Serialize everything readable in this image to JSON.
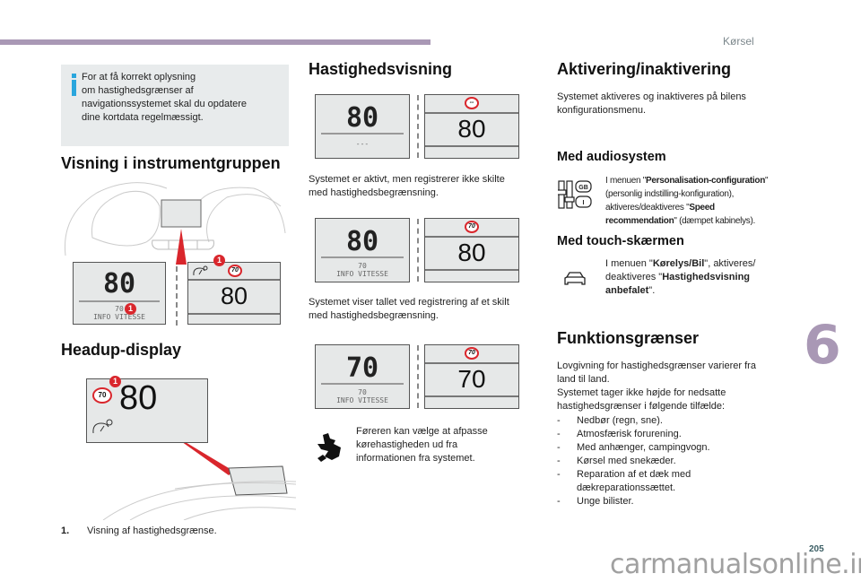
{
  "header": {
    "chapter_title": "Kørsel",
    "chapter_number": "6",
    "page_number": "205",
    "accent_color": "#a998b5"
  },
  "watermark": "carmanualsonline.info",
  "info_box": {
    "icon": "info-icon",
    "lines": [
      "For at få korrekt oplysning",
      "om hastighedsgrænser af",
      "navigationssystemet skal du opdatere",
      "dine kortdata regelmæssigt."
    ]
  },
  "col1": {
    "heading_instrument": "Visning i instrumentgruppen",
    "instrument_lcd": {
      "speed": "80",
      "sign_value": "70",
      "info_label": "INFO VITESSE",
      "badge": "1"
    },
    "instrument_tft": {
      "speed": "80",
      "sign_value": "70",
      "badge": "1"
    },
    "heading_hud": "Headup-display",
    "hud": {
      "speed": "80",
      "sign_value": "70",
      "badge": "1"
    },
    "footnote": {
      "num": "1.",
      "text": "Visning af hastighedsgrænse."
    }
  },
  "col2": {
    "heading": "Hastighedsvisning",
    "state1": {
      "lcd_speed": "80",
      "lcd_sub": "---",
      "tft_sign": "--",
      "tft_speed": "80",
      "caption": [
        "Systemet er aktivt, men registrerer ikke skilte",
        "med hastighedsbegrænsning."
      ]
    },
    "state2": {
      "lcd_speed": "80",
      "lcd_sign": "70",
      "lcd_label": "INFO VITESSE",
      "tft_sign": "70",
      "tft_speed": "80",
      "caption": [
        "Systemet viser tallet ved registrering af et skilt",
        "med hastighedsbegrænsning."
      ]
    },
    "state3": {
      "lcd_speed": "70",
      "lcd_sign": "70",
      "lcd_label": "INFO VITESSE",
      "tft_sign": "70",
      "tft_speed": "70"
    },
    "driver_note": [
      "Føreren kan vælge at afpasse",
      "kørehastigheden ud fra",
      "informationen fra systemet."
    ]
  },
  "col3": {
    "heading": "Aktivering/inaktivering",
    "intro": [
      "Systemet aktiveres og inaktiveres på bilens",
      "konfigurationsmenu."
    ],
    "audio": {
      "heading": "Med audiosystem",
      "text_pre": "I menuen \"",
      "menu": "Personalisation-configuration",
      "text_mid1": "\"",
      "text_mid2": "(personlig indstilling-konfiguration),",
      "text_mid3": "aktiveres/deaktiveres \"",
      "option": "Speed recommendation",
      "text_post": "\" (dæmpet kabinelys)."
    },
    "touch": {
      "heading": "Med touch-skærmen",
      "text_pre": "I menuen \"",
      "menu": "Kørelys/Bil",
      "text_mid": "\", aktiveres/ deaktiveres \"",
      "option": "Hastighedsvisning anbefalet",
      "text_post": "\"."
    },
    "limits": {
      "heading": "Funktionsgrænser",
      "intro": [
        "Lovgivning for hastighedsgrænser varierer fra",
        "land til land.",
        "Systemet tager ikke højde for nedsatte",
        "hastighedsgrænser i følgende tilfælde:"
      ],
      "items": [
        "Nedbør (regn, sne).",
        "Atmosfærisk forurening.",
        "Med anhænger, campingvogn.",
        "Kørsel med snekæder.",
        "Reparation af et dæk med dækreparationssættet.",
        "Unge bilister."
      ]
    }
  }
}
